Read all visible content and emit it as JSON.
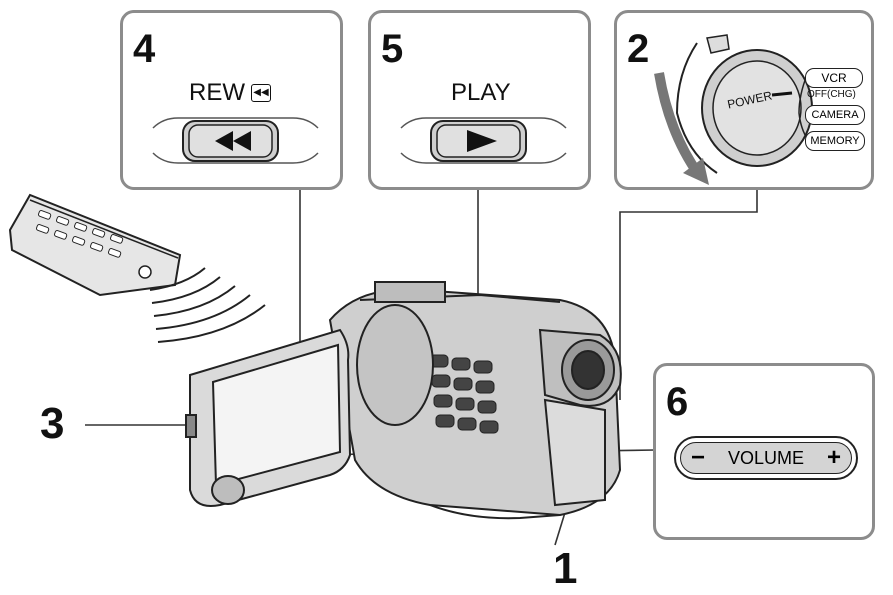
{
  "panels": {
    "rew": {
      "number": "4",
      "label": "REW"
    },
    "play": {
      "number": "5",
      "label": "PLAY"
    },
    "power": {
      "number": "2",
      "dial_label": "POWER",
      "modes": [
        "VCR",
        "OFF(CHG)",
        "CAMERA",
        "MEMORY"
      ]
    },
    "volume": {
      "number": "6",
      "label": "VOLUME",
      "minus": "−",
      "plus": "+"
    }
  },
  "callouts": {
    "lcd": "3",
    "cassette": "1"
  },
  "colors": {
    "frame": "#8c8c8c",
    "line": "#333333",
    "body": "#d0d0d0",
    "dark": "#222222"
  },
  "icons": {
    "rewind": "rewind-icon",
    "play": "play-icon",
    "arrow": "curved-arrow-icon"
  }
}
